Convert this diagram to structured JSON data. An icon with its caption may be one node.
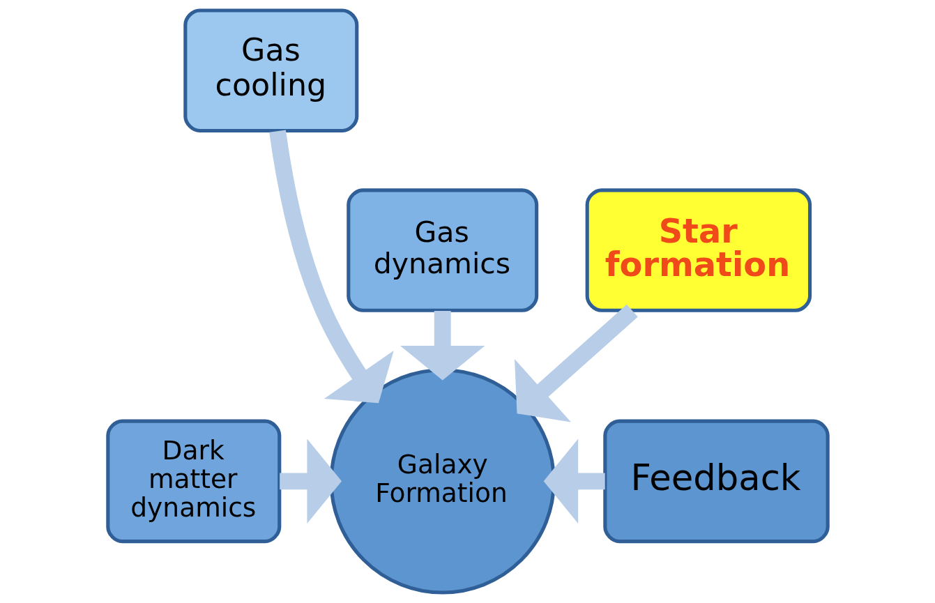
{
  "diagram": {
    "nodes": [
      {
        "text": [
          "Gas cooling"
        ]
      },
      {
        "text": [
          "Gas dynamics"
        ]
      },
      {
        "text": [
          "Star formation"
        ]
      },
      {
        "text": [
          "Dark matter dynamics"
        ]
      },
      {
        "text": [
          "Galaxy Formation"
        ]
      },
      {
        "text": [
          "Feedback"
        ]
      }
    ],
    "edges": [
      {
        "from": 0,
        "to": 4,
        "arrow": "to"
      },
      {
        "from": 1,
        "to": 4,
        "arrow": "to"
      },
      {
        "from": 2,
        "to": 4,
        "arrow": "to"
      },
      {
        "from": 3,
        "to": 4,
        "arrow": "to"
      },
      {
        "from": 5,
        "to": 4,
        "arrow": "to"
      }
    ]
  }
}
